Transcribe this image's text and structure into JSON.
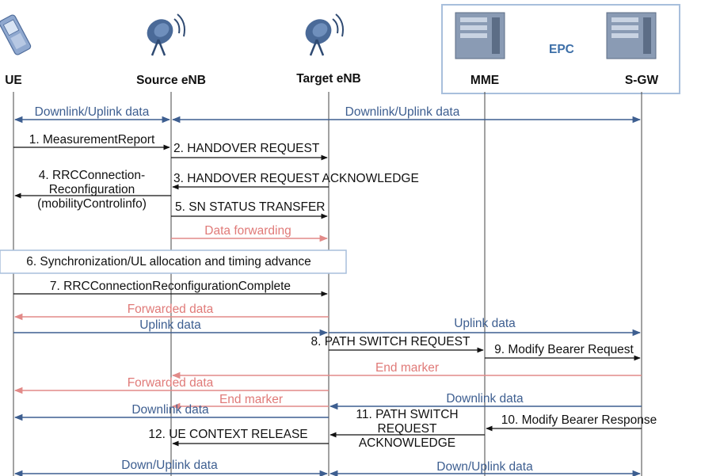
{
  "entities": {
    "ue": "UE",
    "source_enb": "Source eNB",
    "target_enb": "Target eNB",
    "mme": "MME",
    "sgw": "S-GW",
    "epc": "EPC"
  },
  "colors": {
    "black_arrow": "#111111",
    "blue_arrow": "#3d5e90",
    "red_arrow": "#e28a88",
    "epc_box": "#a8bfdc"
  },
  "icons": {
    "ue": "mobile-phone-icon",
    "source_enb": "satellite-dish-icon",
    "target_enb": "satellite-dish-icon",
    "mme": "server-icon",
    "sgw": "server-icon"
  },
  "messages": {
    "dl_ul_data_1": "Downlink/Uplink data",
    "dl_ul_data_2": "Downlink/Uplink data",
    "m1": "1. MeasurementReport",
    "m2": "2. HANDOVER REQUEST",
    "m3": "3. HANDOVER REQUEST ACKNOWLEDGE",
    "m4_line1": "4. RRCConnection-",
    "m4_line2": "Reconfiguration",
    "m4_line3": "(mobilityControlinfo)",
    "m5": "5. SN STATUS TRANSFER",
    "data_forwarding": "Data forwarding",
    "m6": "6. Synchronization/UL allocation and timing advance",
    "m7": "7. RRCConnectionReconfigurationComplete",
    "forwarded_data_1": "Forwarded data",
    "uplink_data_1": "Uplink data",
    "uplink_data_2": "Uplink data",
    "m8": "8. PATH SWITCH REQUEST",
    "m9": "9. Modify Bearer Request",
    "end_marker_1": "End marker",
    "forwarded_data_2": "Forwarded data",
    "end_marker_2": "End marker",
    "downlink_data_1": "Downlink data",
    "downlink_data_2": "Downlink data",
    "m10": "10. Modify Bearer Response",
    "m11_line1": "11. PATH SWITCH",
    "m11_line2": "REQUEST",
    "m11_line3": "ACKNOWLEDGE",
    "m12": "12. UE CONTEXT RELEASE",
    "down_up_data_1": "Down/Uplink data",
    "down_up_data_2": "Down/Uplink data"
  }
}
